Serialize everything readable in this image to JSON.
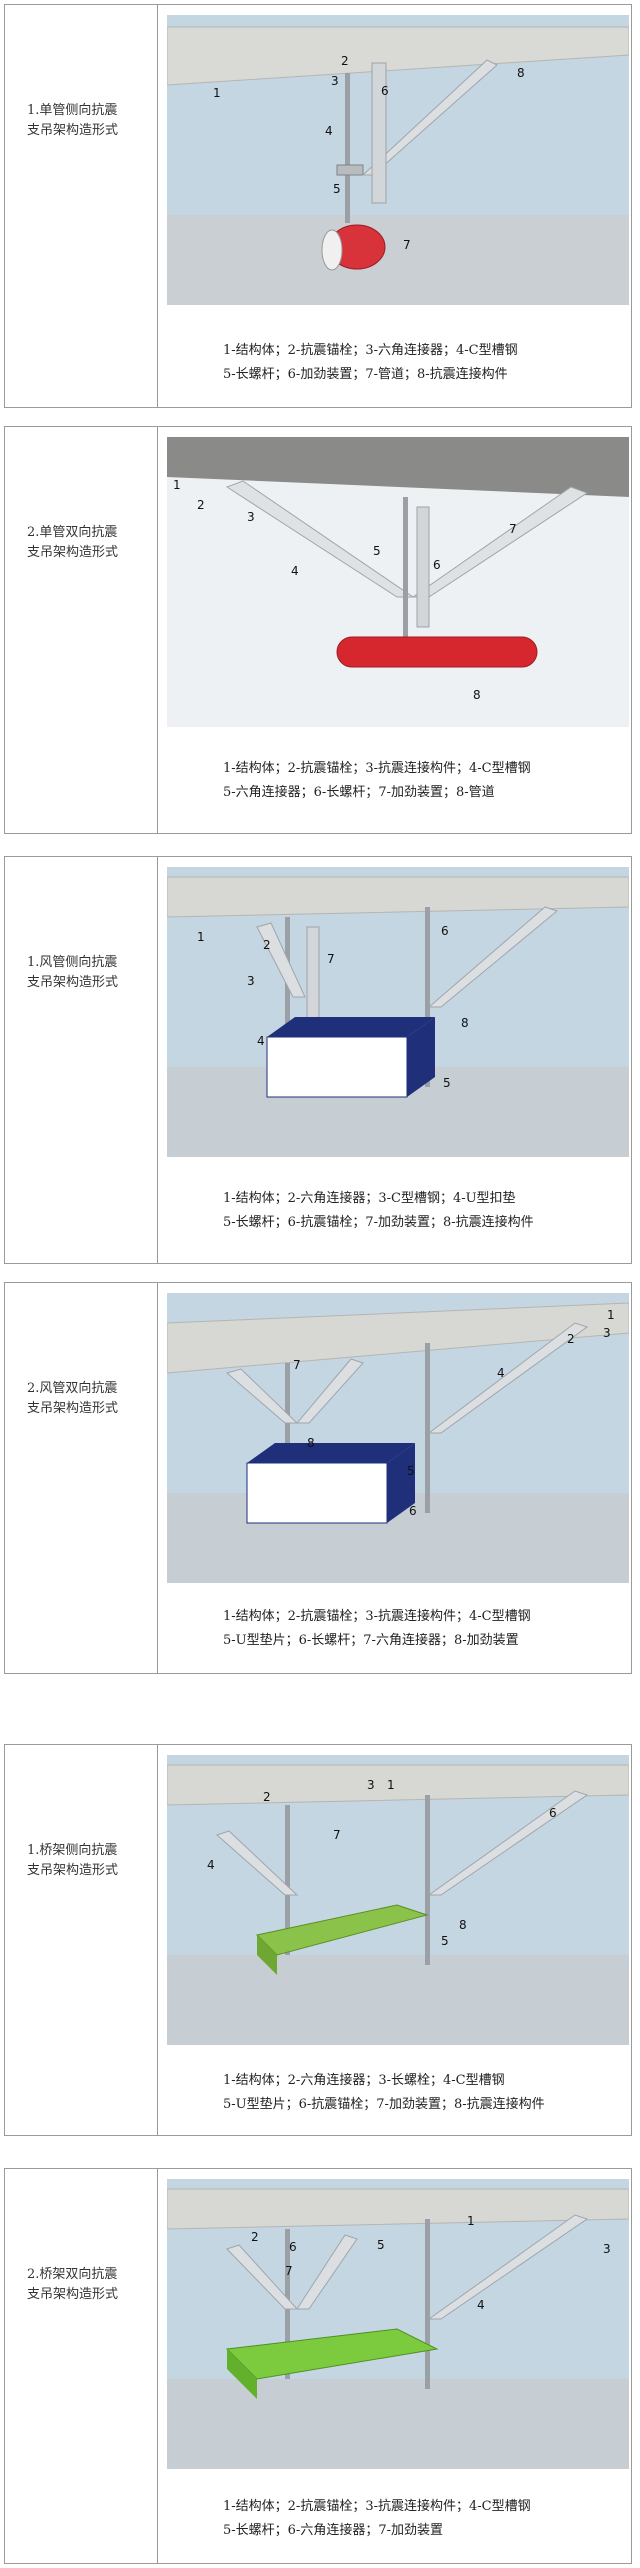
{
  "sections": [
    {
      "title": "1.单管侧向抗震\n支吊架构造形式",
      "caption_lines": [
        "1-结构体；2-抗震锚栓；3-六角连接器；4-C型槽钢",
        "5-长螺杆；6-加劲装置；7-管道；8-抗震连接构件"
      ],
      "labels": [
        "1",
        "2",
        "3",
        "4",
        "5",
        "6",
        "7",
        "8"
      ],
      "colors": {
        "pipe": "#d8323a",
        "slab": "#d9d9d6",
        "sky": "#a9c6d8",
        "floor": "#c9cfd3"
      }
    },
    {
      "title": "2.单管双向抗震\n支吊架构造形式",
      "caption_lines": [
        "1-结构体；2-抗震锚栓；3-抗震连接构件；4-C型槽钢",
        "5-六角连接器；6-长螺杆；7-加劲装置；8-管道"
      ],
      "labels": [
        "1",
        "2",
        "3",
        "4",
        "5",
        "6",
        "7",
        "8"
      ],
      "colors": {
        "pipe": "#d6262e",
        "slab": "#8a8a88",
        "sky": "#e9edf1",
        "floor": "#f6f6f6"
      }
    },
    {
      "title": "1.风管侧向抗震\n支吊架构造形式",
      "caption_lines": [
        "1-结构体；2-六角连接器；3-C型槽钢；4-U型扣垫",
        "5-长螺杆；6-抗震锚栓；7-加劲装置；8-抗震连接构件"
      ],
      "labels": [
        "1",
        "2",
        "3",
        "4",
        "5",
        "6",
        "7",
        "8"
      ],
      "colors": {
        "duct": "#ffffff",
        "duct_edge": "#1f2f7a",
        "slab": "#d7d7d3",
        "sky": "#b9d0de",
        "floor": "#c7ced3"
      }
    },
    {
      "title": "2.风管双向抗震\n支吊架构造形式",
      "caption_lines": [
        "1-结构体；2-抗震锚栓；3-抗震连接构件；4-C型槽钢",
        "5-U型垫片；6-长螺杆；7-六角连接器；8-加劲装置"
      ],
      "labels": [
        "1",
        "2",
        "3",
        "4",
        "5",
        "6",
        "7",
        "8"
      ],
      "colors": {
        "duct": "#ffffff",
        "duct_edge": "#1f2f7a",
        "slab": "#d7d7d3",
        "sky": "#b9d0de",
        "floor": "#c7ced3"
      }
    },
    {
      "title": "1.桥架侧向抗震\n支吊架构造形式",
      "caption_lines": [
        "1-结构体；2-六角连接器；3-长螺栓；4-C型槽钢",
        "5-U型垫片；6-抗震锚栓；7-加劲装置；8-抗震连接构件"
      ],
      "labels": [
        "1",
        "2",
        "3",
        "4",
        "5",
        "6",
        "7",
        "8"
      ],
      "colors": {
        "tray": "#8bc34a",
        "slab": "#d7d7d3",
        "sky": "#b9d0de",
        "floor": "#c7ced3"
      }
    },
    {
      "title": "2.桥架双向抗震\n支吊架构造形式",
      "caption_lines": [
        "1-结构体；2-抗震锚栓；3-抗震连接构件；4-C型槽钢",
        "5-长螺杆；6-六角连接器；7-加劲装置"
      ],
      "labels": [
        "1",
        "2",
        "3",
        "4",
        "5",
        "6",
        "7"
      ],
      "colors": {
        "tray": "#7ccb3f",
        "slab": "#d7d7d3",
        "sky": "#b9d0de",
        "floor": "#c7ced3"
      }
    }
  ]
}
